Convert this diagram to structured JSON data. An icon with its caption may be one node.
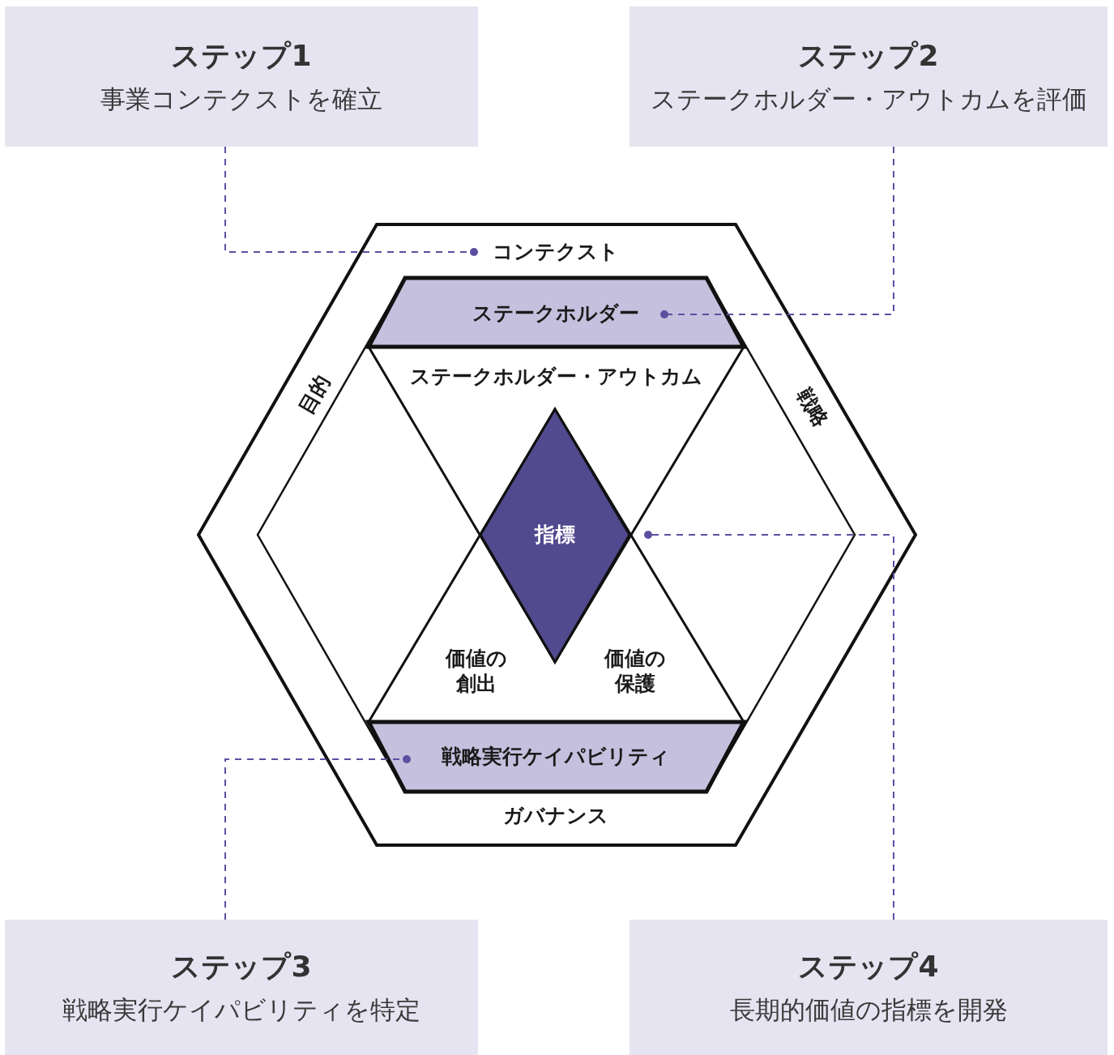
{
  "diagram": {
    "nodes": [
      {
        "text": [
          "ステップ1",
          "事業コンテクストを確立"
        ]
      },
      {
        "text": [
          "ステップ2",
          "ステークホルダー・アウトカムを評価"
        ]
      },
      {
        "text": [
          "ステップ3",
          "戦略実行ケイパビリティを特定"
        ]
      },
      {
        "text": [
          "ステップ4",
          "長期的価値の指標を開発"
        ]
      },
      {
        "text": [
          "コンテクスト",
          "目的",
          "戦略",
          "ガバナンス"
        ]
      },
      {
        "text": [
          "ステークホルダー"
        ],
        "in": 4
      },
      {
        "text": [
          "ステークホルダー・アウトカム"
        ],
        "in": 4
      },
      {
        "text": [
          "価値の創出",
          "価値の保護"
        ],
        "in": 4
      },
      {
        "text": [
          "指標"
        ],
        "in": 7
      },
      {
        "text": [
          "戦略実行ケイパビリティ"
        ],
        "in": 4
      }
    ],
    "edges": [
      {
        "from": 0,
        "to": 4,
        "arrow": "other",
        "style": "dashed"
      },
      {
        "from": 1,
        "to": 5,
        "arrow": "other",
        "style": "dashed"
      },
      {
        "from": 2,
        "to": 9,
        "arrow": "other",
        "style": "dashed"
      },
      {
        "from": 3,
        "to": 8,
        "arrow": "other",
        "style": "dashed"
      }
    ]
  }
}
